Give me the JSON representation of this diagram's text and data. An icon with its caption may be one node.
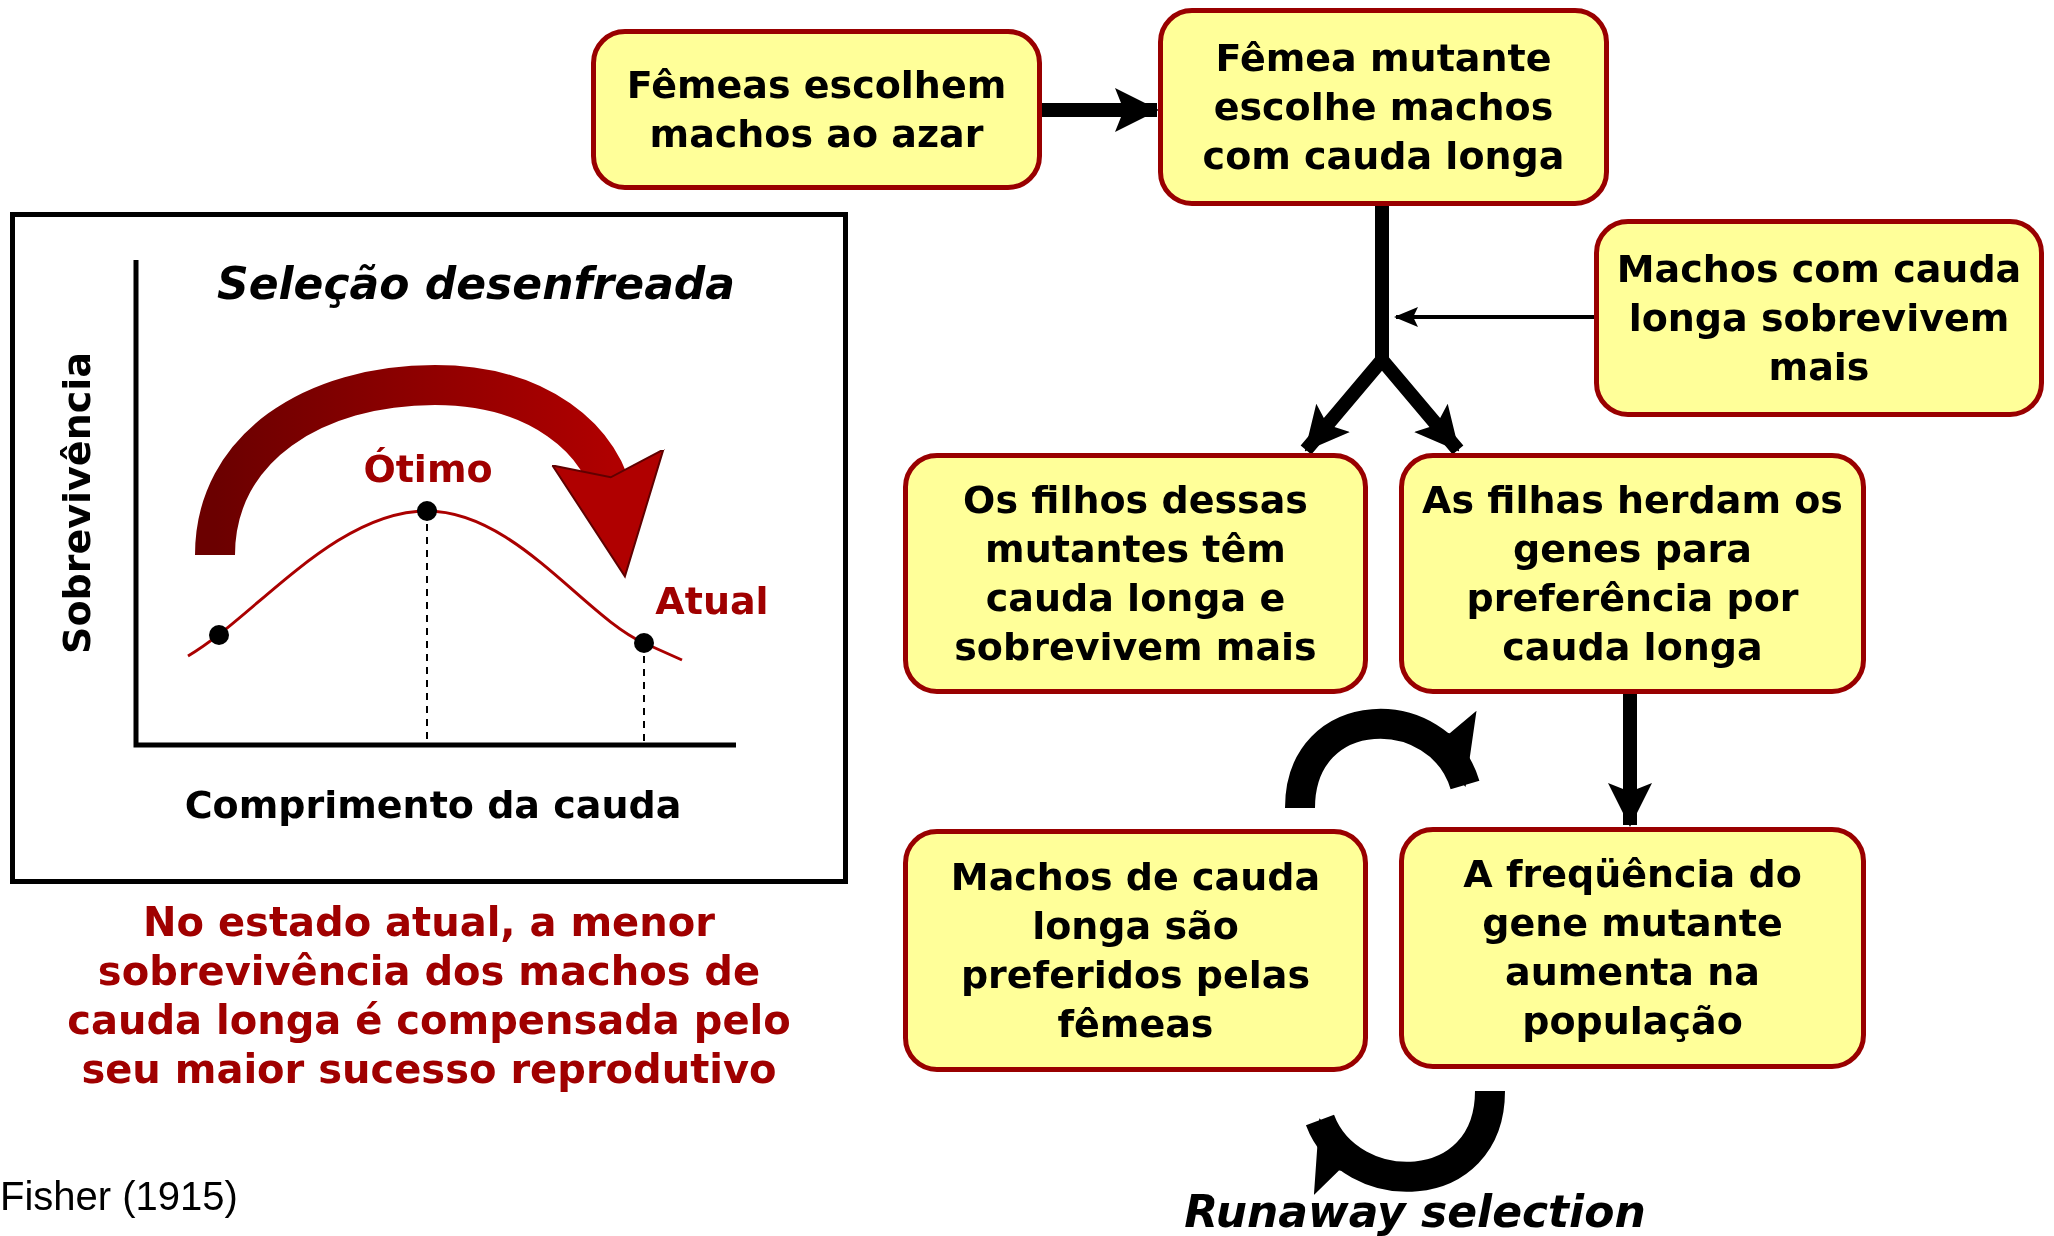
{
  "diagram": {
    "nodes": [
      {
        "text": [
          "Fêmeas escolhem machos ao azar"
        ]
      },
      {
        "text": [
          "Fêmea mutante escolhe machos com cauda longa"
        ]
      },
      {
        "text": [
          "Machos com cauda longa sobrevivem mais"
        ]
      },
      {
        "text": [
          "Os filhos dessas mutantes têm cauda longa e sobrevivem mais"
        ]
      },
      {
        "text": [
          "As filhas herdam os genes para preferência por cauda longa"
        ]
      },
      {
        "text": [
          "Machos de cauda longa são preferidos pelas fêmeas"
        ]
      },
      {
        "text": [
          "A freqüência do gene mutante aumenta na população"
        ]
      },
      {
        "text": [
          "Seleção desenfreada",
          "Sobrevivência",
          "Ótimo",
          "Atual",
          "Comprimento da cauda"
        ],
        "beside": [
          "No estado atual, a menor sobrevivência dos machos de cauda longa é compensada pelo seu maior sucesso reprodutivo"
        ]
      }
    ],
    "edges": [
      {
        "from": 0,
        "to": 1,
        "arrow": "to"
      },
      {
        "from": 1,
        "to": 3,
        "arrow": "to"
      },
      {
        "from": 1,
        "to": 4,
        "arrow": "to"
      },
      {
        "from": 2,
        "to": null,
        "arrow": "to"
      },
      {
        "from": 4,
        "to": 6,
        "arrow": "to"
      },
      {
        "from": 5,
        "to": 6,
        "arrow": "to",
        "style": "thick"
      },
      {
        "from": 6,
        "to": 5,
        "arrow": "to",
        "style": "thick"
      }
    ],
    "labels": [
      "Fisher (1915)",
      "Runaway selection"
    ]
  }
}
